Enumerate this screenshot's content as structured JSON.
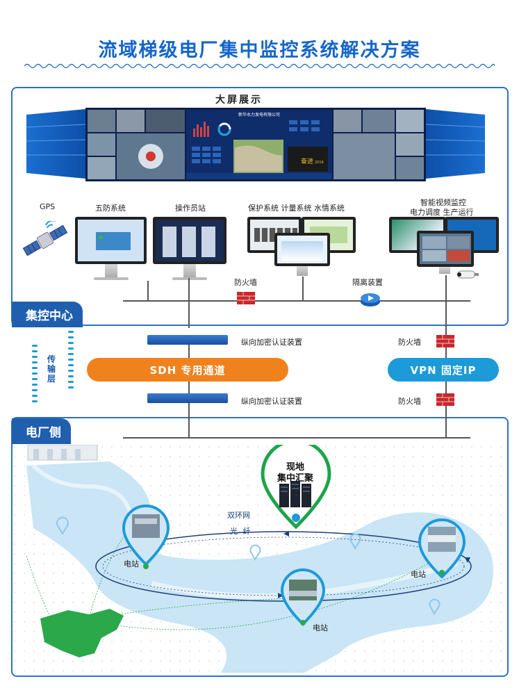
{
  "page": {
    "title": "流域梯级电厂集中监控系统解决方案"
  },
  "control_center": {
    "section_label": "集控中心",
    "big_screen_label": "大屏展示",
    "big_screen": {
      "company": "新华水力发电有限公司",
      "brand": "奋进",
      "year": "2019"
    },
    "systems": {
      "gps": "GPS",
      "wufang": "五防系统",
      "operator": "操作员站",
      "protection_group": "保护系统 计量系统 水情系统",
      "video_line1": "智能视频监控",
      "video_line2": "电力调度 生产运行"
    },
    "firewall_label": "防火墙",
    "isolation_label": "隔离装置"
  },
  "transport": {
    "layer_label_1": "传",
    "layer_label_2": "输",
    "layer_label_3": "层",
    "sdh_label": "SDH 专用通道",
    "vpn_label": "VPN 固定IP",
    "encrypt_top": "纵向加密认证装置",
    "encrypt_bottom": "纵向加密认证装置",
    "firewall_top": "防火墙",
    "firewall_bottom": "防火墙"
  },
  "plant_side": {
    "section_label": "电厂侧",
    "hub_line1": "现地",
    "hub_line2": "集中汇聚",
    "ring_label": "双环网",
    "fiber_label": "光 纤",
    "station_left": "电站",
    "station_center": "电站",
    "station_right": "电站"
  },
  "colors": {
    "title": "#1466c8",
    "section_tag": "#1f5fae",
    "sdh": "#f0821e",
    "vpn": "#1d9ad8",
    "hub_green": "#1fa34a",
    "river": "#bfe0f5"
  }
}
